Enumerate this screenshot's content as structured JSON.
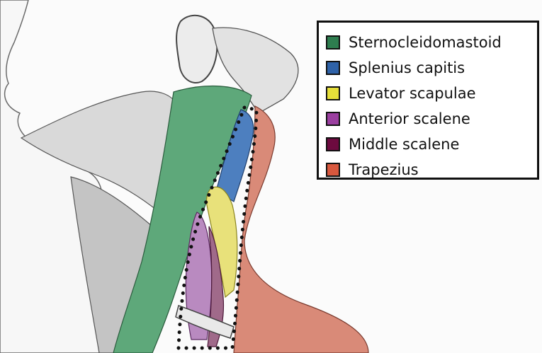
{
  "legend": {
    "items": [
      {
        "label": "Sternocleidomastoid",
        "color": "#2e7d4f"
      },
      {
        "label": "Splenius capitis",
        "color": "#2f62a8"
      },
      {
        "label": "Levator scapulae",
        "color": "#e6df3a"
      },
      {
        "label": "Anterior scalene",
        "color": "#9b3fa0"
      },
      {
        "label": "Middle scalene",
        "color": "#6d0a3f"
      },
      {
        "label": "Trapezius",
        "color": "#d8583e"
      }
    ]
  },
  "muscle_fills": {
    "sternocleidomastoid": "#5ea87a",
    "splenius_capitis": "#4d7fbf",
    "levator_scapulae": "#e8e17a",
    "anterior_scalene": "#b98ac0",
    "middle_scalene": "#a06a8a",
    "trapezius": "#d98a78"
  },
  "outline_color": "#111111"
}
